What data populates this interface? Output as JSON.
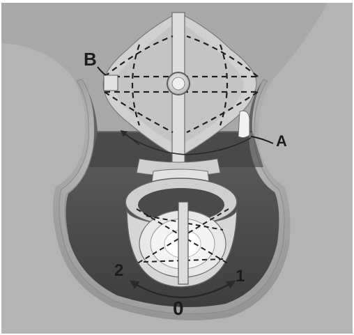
{
  "labels": {
    "b": "B",
    "a": "A",
    "zero": "0",
    "one": "1",
    "two": "2"
  },
  "colors": {
    "cavity": "#4f4f4f",
    "shell": "#dcdcdc",
    "wall": "#ececec",
    "ink": "#1c1c1c"
  }
}
